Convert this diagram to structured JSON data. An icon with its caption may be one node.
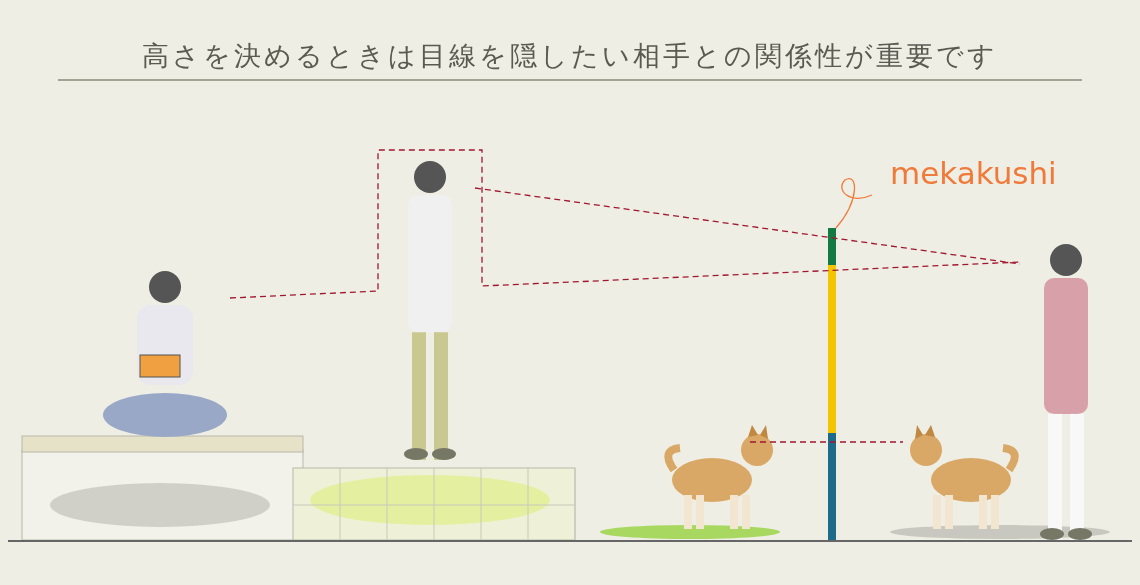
{
  "diagram": {
    "title": "高さを決めるときは目線を隠したい相手との関係性が重要です",
    "nodes": [
      {
        "text": [
          "mekakushi"
        ]
      },
      {
        "text": [],
        "shape": "picture"
      },
      {
        "text": [],
        "shape": "picture"
      },
      {
        "text": [],
        "shape": "bar"
      },
      {
        "text": [],
        "shape": "bar"
      },
      {
        "text": [],
        "shape": "bar"
      },
      {
        "text": [],
        "shape": "picture"
      },
      {
        "text": [],
        "shape": "picture"
      },
      {
        "text": [],
        "shape": "picture"
      }
    ],
    "edges": [
      {
        "from": 0,
        "to": 3,
        "arrow": "none",
        "color": "#f07a3a"
      },
      {
        "from": 2,
        "to": 8,
        "arrow": "none",
        "style": "dashed"
      },
      {
        "from": 1,
        "to": 8,
        "arrow": "none",
        "style": "dashed"
      },
      {
        "from": 6,
        "to": 7,
        "arrow": "none",
        "style": "dashed"
      }
    ]
  }
}
